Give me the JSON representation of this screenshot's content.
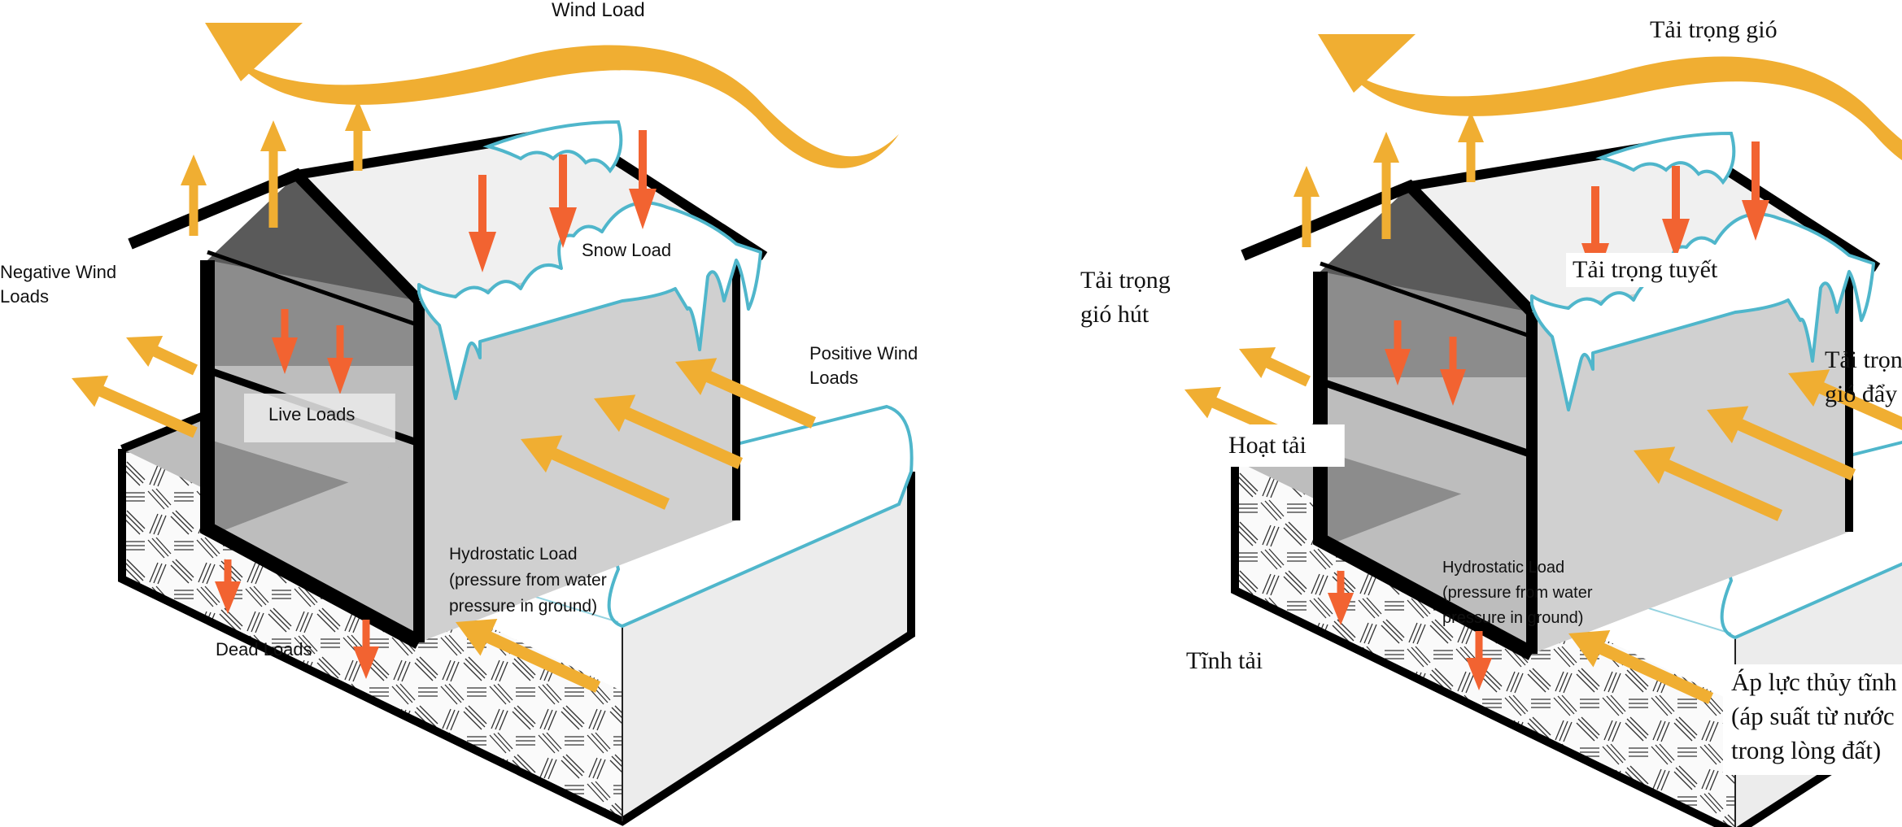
{
  "colors": {
    "wind": "#F0AE32",
    "load": "#F26331",
    "snow": "#4FB6CB",
    "outline": "#000000",
    "wall_dark": "#8C8C8C",
    "wall_mid": "#BDBDBD",
    "wall_light": "#D0D0D0",
    "roof": "#F0F0F0",
    "ground_side": "#ECECEC",
    "hatch": "#333333"
  },
  "panels": [
    {
      "id": "english",
      "language": "English",
      "labels": {
        "wind_load": [
          "Wind  Load"
        ],
        "negative_wind": [
          "Negative Wind",
          "Loads"
        ],
        "snow_load": [
          "Snow  Load"
        ],
        "positive_wind": [
          "Positive Wind",
          "Loads"
        ],
        "live_loads": [
          "Live  Loads"
        ],
        "hydrostatic": [
          "Hydrostatic  Load",
          "(pressure from water",
          "pressure in ground)"
        ],
        "dead_loads": [
          "Dead  Loads"
        ]
      }
    },
    {
      "id": "vietnamese",
      "language": "Vietnamese",
      "labels": {
        "wind_load": [
          "Tải trọng gió"
        ],
        "negative_wind": [
          "Tải   trọng",
          "gió hút"
        ],
        "snow_load": [
          "Tải trọng tuyết"
        ],
        "positive_wind": [
          "Tải   trọng",
          "gió đẩy"
        ],
        "live_loads": [
          "Hoạt tải"
        ],
        "hydrostatic": [
          "Hydrostatic  Load",
          "(pressure from water",
          "pressure in ground)"
        ],
        "hydrostatic_vi": [
          "Áp lực thủy tĩnh",
          "(áp suất từ nước",
          "trong lòng đất)"
        ],
        "dead_loads": [
          "Tĩnh tải"
        ]
      }
    }
  ]
}
